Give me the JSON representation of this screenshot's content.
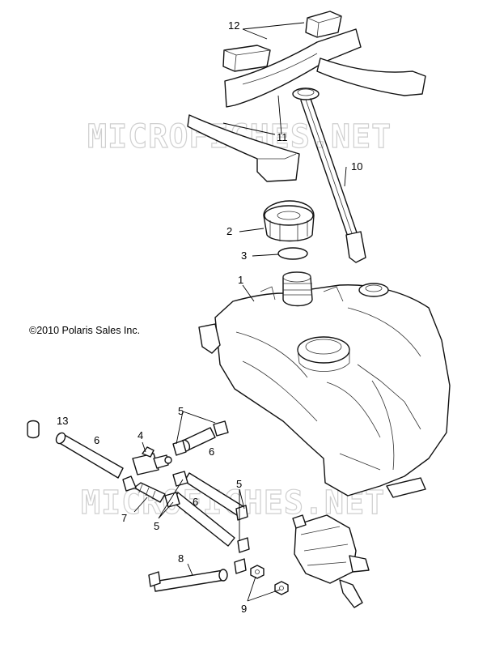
{
  "copyright": "©2010  Polaris Sales Inc.",
  "watermark": "MICROFICHES.NET",
  "callouts": {
    "c1": "1",
    "c2": "2",
    "c3": "3",
    "c4": "4",
    "c5a": "5",
    "c5b": "5",
    "c5c": "5",
    "c6a": "6",
    "c6b": "6",
    "c6c": "6",
    "c7": "7",
    "c8": "8",
    "c9": "9",
    "c10": "10",
    "c11": "11",
    "c12": "12",
    "c13": "13"
  }
}
